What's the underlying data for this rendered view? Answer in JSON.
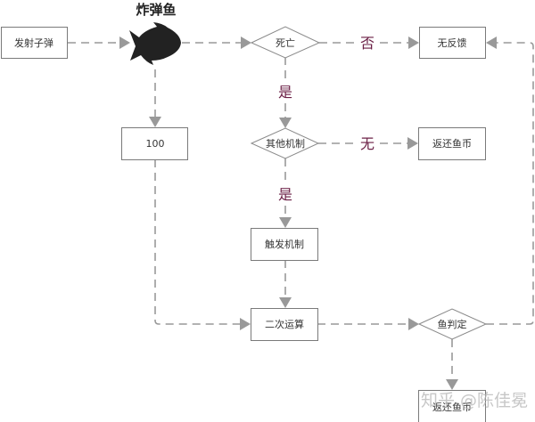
{
  "diagram": {
    "title": "炸弹鱼",
    "watermark": "知乎 @陈佳冕",
    "colors": {
      "edge": "#999999",
      "box_border": "#7a7a7a",
      "label": "#6b1f45",
      "fish": "#222222"
    },
    "nodes": {
      "fire_bullet": {
        "label": "发射子弹",
        "shape": "box"
      },
      "bomb_fish": {
        "label": "炸弹鱼",
        "shape": "fish-icon"
      },
      "death": {
        "label": "死亡",
        "shape": "diamond"
      },
      "no_feedback": {
        "label": "无反馈",
        "shape": "box"
      },
      "value_100": {
        "label": "100",
        "shape": "box"
      },
      "other_mechanism": {
        "label": "其他机制",
        "shape": "diamond"
      },
      "refund_coins_1": {
        "label": "返还鱼币",
        "shape": "box"
      },
      "trigger_mechanism": {
        "label": "触发机制",
        "shape": "box"
      },
      "second_calc": {
        "label": "二次运算",
        "shape": "box"
      },
      "fish_judge": {
        "label": "鱼判定",
        "shape": "diamond"
      },
      "refund_coins_2": {
        "label": "返还鱼币",
        "shape": "box"
      }
    },
    "edges": [
      {
        "from": "fire_bullet",
        "to": "bomb_fish",
        "label": ""
      },
      {
        "from": "bomb_fish",
        "to": "death",
        "label": ""
      },
      {
        "from": "death",
        "to": "no_feedback",
        "label": "否"
      },
      {
        "from": "death",
        "to": "other_mechanism",
        "label": "是"
      },
      {
        "from": "bomb_fish",
        "to": "value_100",
        "label": ""
      },
      {
        "from": "other_mechanism",
        "to": "refund_coins_1",
        "label": "无"
      },
      {
        "from": "other_mechanism",
        "to": "trigger_mechanism",
        "label": "是"
      },
      {
        "from": "trigger_mechanism",
        "to": "second_calc",
        "label": ""
      },
      {
        "from": "value_100",
        "to": "second_calc",
        "label": ""
      },
      {
        "from": "second_calc",
        "to": "fish_judge",
        "label": ""
      },
      {
        "from": "fish_judge",
        "to": "no_feedback",
        "label": ""
      },
      {
        "from": "fish_judge",
        "to": "refund_coins_2",
        "label": ""
      }
    ],
    "labels": {
      "no": "否",
      "yes_1": "是",
      "none": "无",
      "yes_2": "是"
    }
  }
}
